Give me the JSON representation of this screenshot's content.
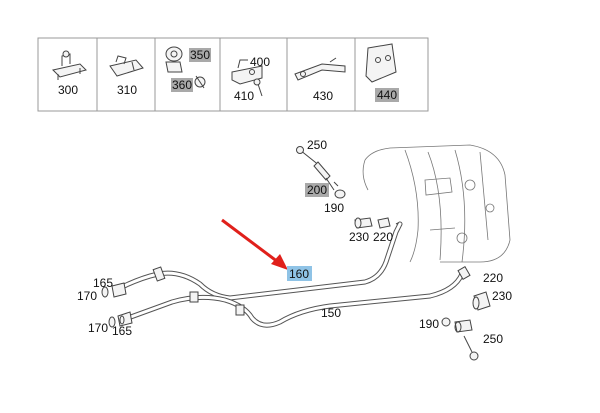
{
  "header_parts": [
    {
      "label": "300"
    },
    {
      "label": "310"
    },
    {
      "labels": [
        "350",
        "360"
      ]
    },
    {
      "labels": [
        "400",
        "410"
      ]
    },
    {
      "label": "430"
    },
    {
      "label": "440"
    }
  ],
  "callouts": {
    "c250_top": "250",
    "c200": "200",
    "c190_top": "190",
    "c230_mid": "230",
    "c220_mid": "220",
    "c160": "160",
    "c165_top": "165",
    "c170_top": "170",
    "c150": "150",
    "c170_bot": "170",
    "c165_bot": "165",
    "c220_right": "220",
    "c230_right": "230",
    "c190_right": "190",
    "c250_right": "250"
  },
  "highlight_colors": {
    "grey": "#a9a9a9",
    "blue": "#8fc3e6",
    "arrow": "#e0201b"
  }
}
